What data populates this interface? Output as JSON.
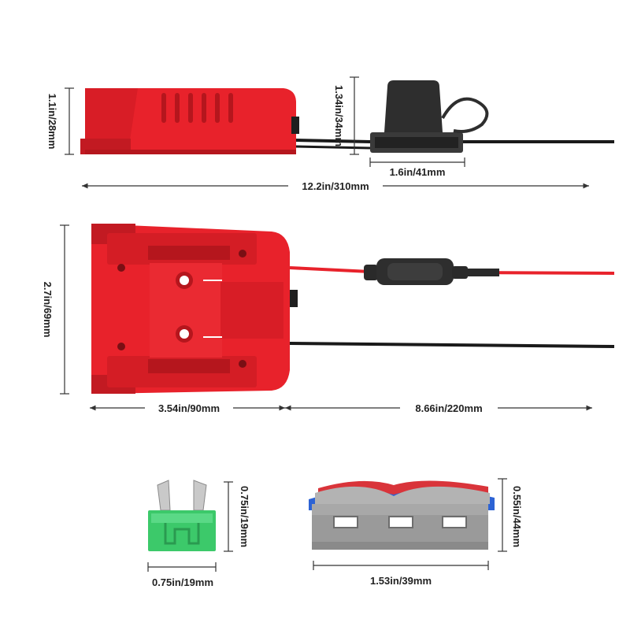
{
  "colors": {
    "adapter_red": "#e8222b",
    "adapter_dark_red": "#b5161d",
    "adapter_highlight": "#f0454c",
    "fuse_holder_black": "#2e2e2e",
    "fuse_green": "#3cc96a",
    "connector_gray": "#9a9a9a",
    "connector_red_lever": "#d9343a",
    "connector_blue_lever": "#2d63d4",
    "dimension_line": "#333333"
  },
  "top_view": {
    "adapter_height_label": "1.1in/28mm",
    "fuse_holder_height_label": "1.34in/34mm",
    "fuse_holder_width_label": "1.6in/41mm",
    "total_length_label": "12.2in/310mm"
  },
  "front_view": {
    "height_label": "2.7in/69mm",
    "adapter_width_label": "3.54in/90mm",
    "cable_length_label": "8.66in/220mm"
  },
  "fuse": {
    "height_label": "0.75in/19mm",
    "width_label": "0.75in/19mm"
  },
  "wire_connector": {
    "height_label": "0.55in/44mm",
    "width_label": "1.53in/39mm"
  }
}
